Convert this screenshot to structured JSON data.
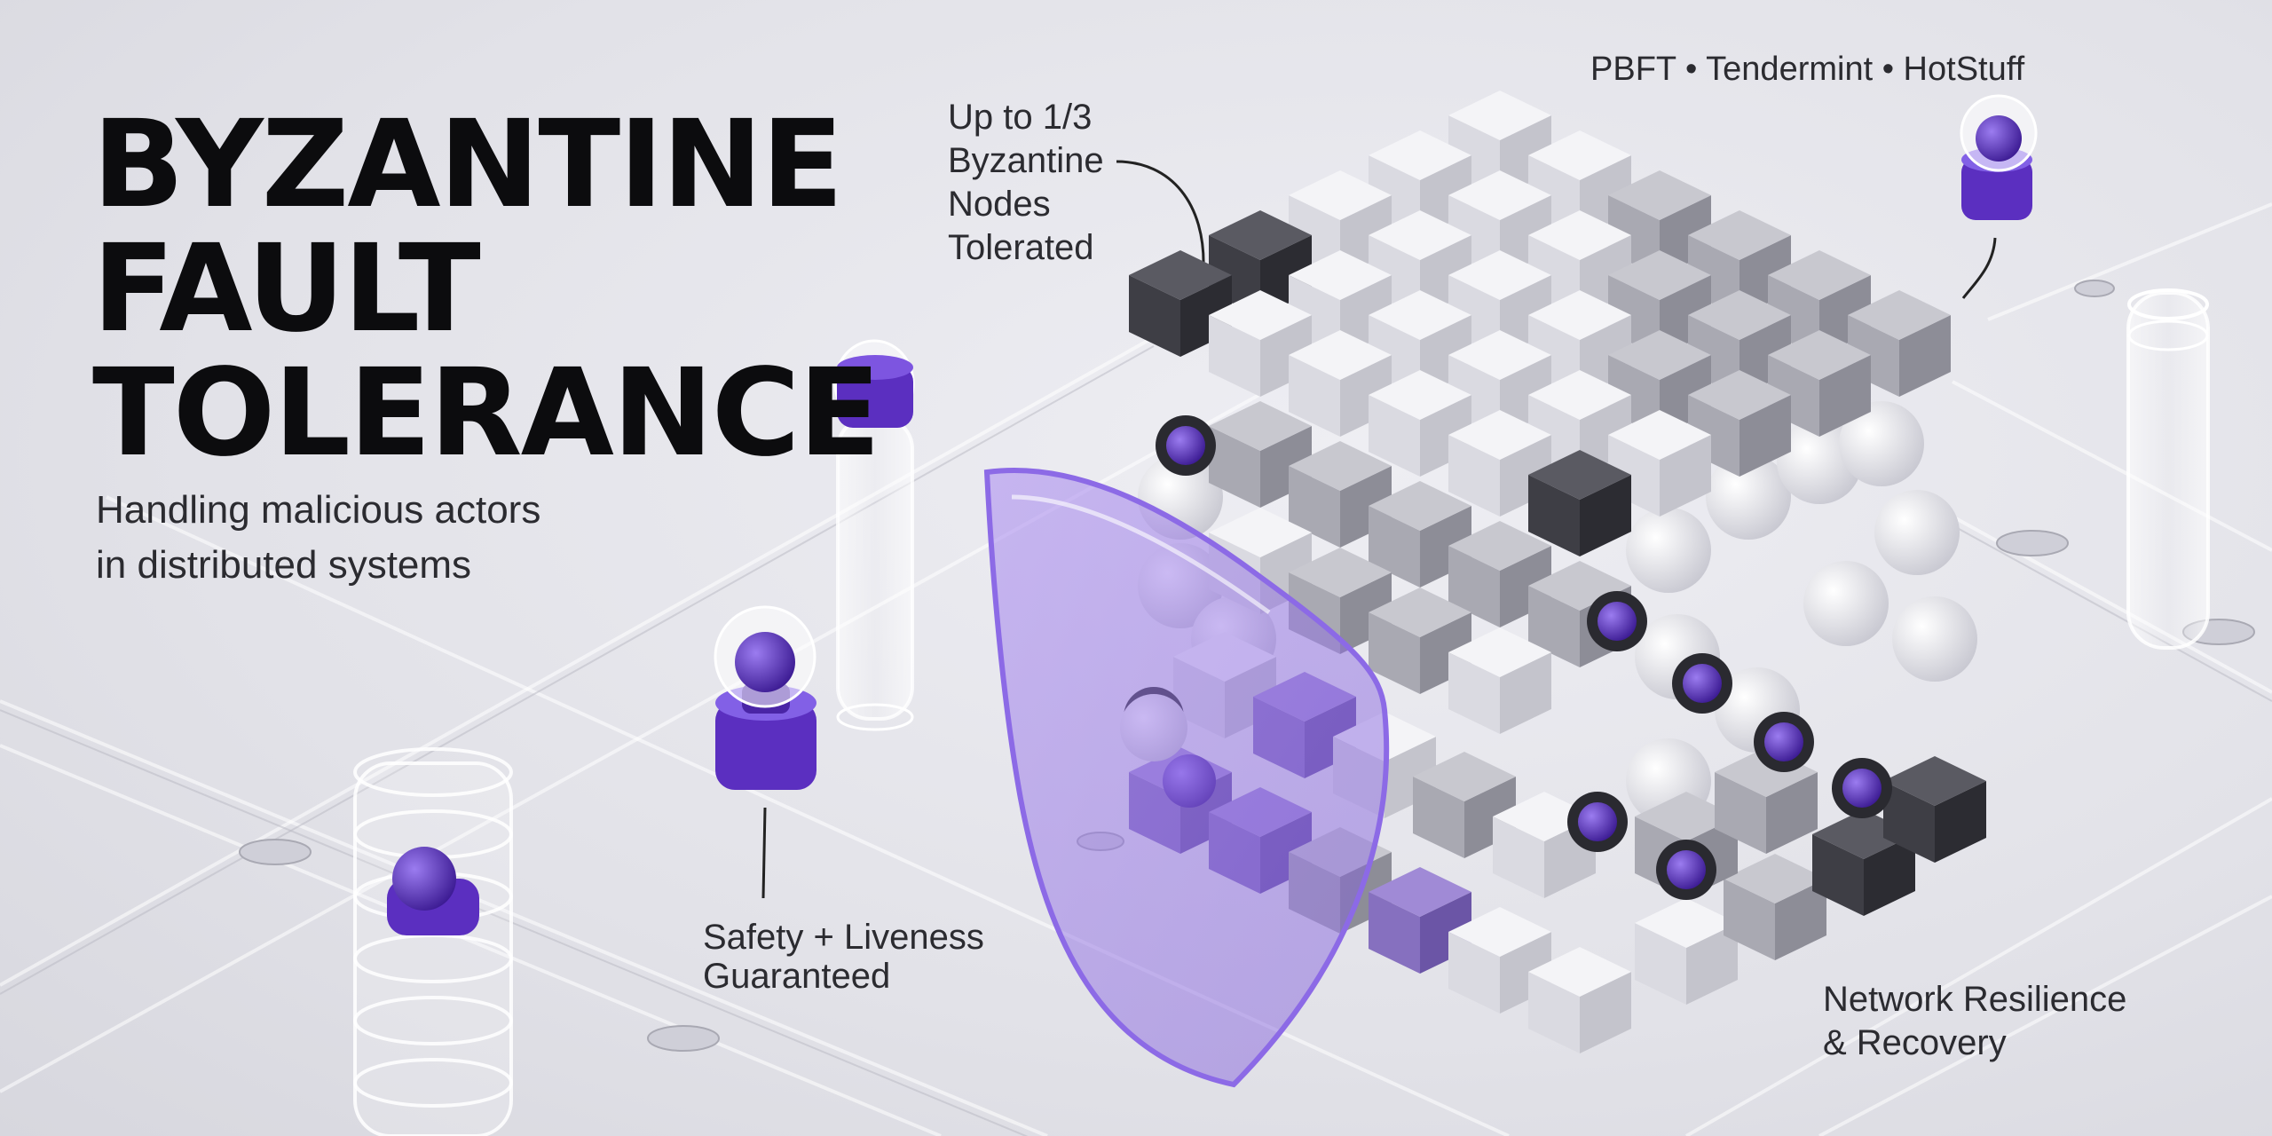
{
  "headline": {
    "line1": "BYZANTINE",
    "line2": "FAULT",
    "line3": "TOLERANCE"
  },
  "subheadline": {
    "line1": "Handling malicious actors",
    "line2": "in distributed systems"
  },
  "annotations": {
    "tolerance": [
      "Up to 1/3",
      "Byzantine",
      "Nodes",
      "Tolerated"
    ],
    "protocols": "PBFT • Tendermint • HotStuff",
    "guarantees": [
      "Safety + Liveness",
      "Guaranteed"
    ],
    "resilience": [
      "Network Resilience",
      "& Recovery"
    ]
  },
  "colors": {
    "accent_purple": "#5b2fc0",
    "shield_purple": "#8e6be0",
    "text_dark": "#0c0c0e",
    "node_white": "#eeeeF2",
    "node_dark": "#3a3a40"
  },
  "icons": {
    "shield": "shield-icon",
    "node_pin": "purple-node-pin-icon",
    "cube_grid": "node-cube-grid"
  }
}
